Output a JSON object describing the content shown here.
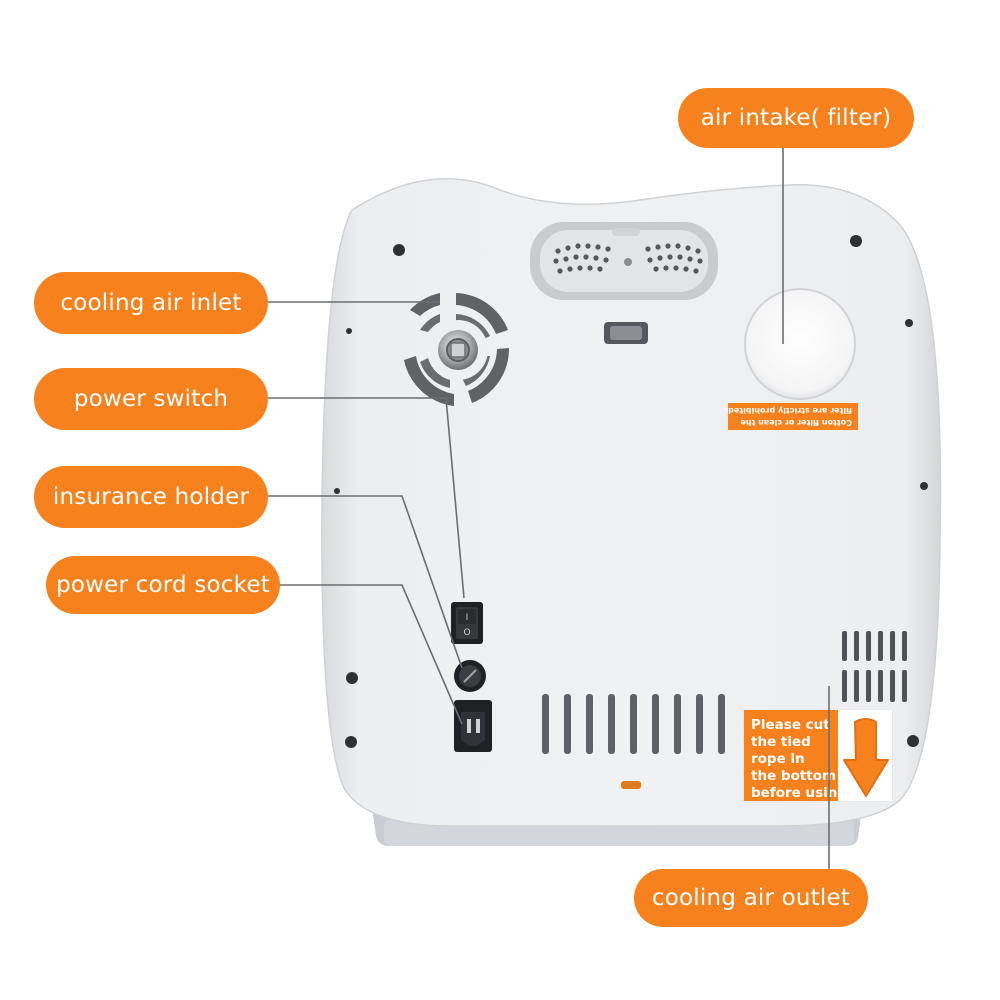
{
  "callouts": {
    "air_intake": "air intake( filter)",
    "cooling_air_inlet": "cooling air inlet",
    "power_switch": "power switch",
    "insurance_holder": "insurance holder",
    "power_cord_socket": "power cord socket",
    "cooling_air_outlet": "cooling air outlet"
  },
  "filter_label": {
    "line1": "Cotton filter or clean the",
    "line2": "filter are strictly prohibited."
  },
  "warning_sticker": {
    "line1": "Please cut",
    "line2": "the tied",
    "line3": "rope in",
    "line4": "the bottom",
    "line5": "before using"
  },
  "switch_marks": {
    "on": "I",
    "off": "O"
  },
  "colors": {
    "accent_orange": "#f7821d",
    "device_body": "#e9eaec",
    "leader_line": "#6a6e73"
  }
}
